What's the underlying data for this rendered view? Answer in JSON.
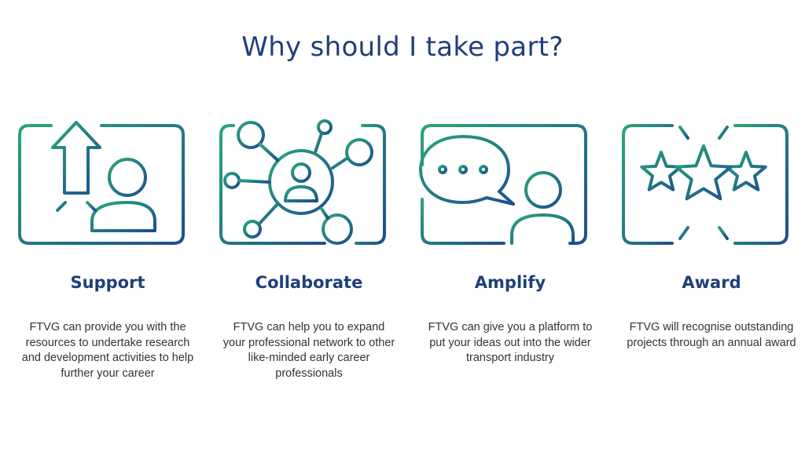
{
  "page": {
    "title": "Why should I take part?"
  },
  "colors": {
    "title": "#1f3f7a",
    "gradient_start": "#2aa57a",
    "gradient_end": "#1d4f8f",
    "body_text": "#333333"
  },
  "cards": [
    {
      "icon": "arrow-up-person-icon",
      "title": "Support",
      "description": "FTVG can provide you with the resources to undertake research and development activities to help further your career"
    },
    {
      "icon": "network-person-icon",
      "title": "Collaborate",
      "description": "FTVG can help you to expand your professional network to other like-minded early career professionals"
    },
    {
      "icon": "speech-bubble-person-icon",
      "title": "Amplify",
      "description": "FTVG can give you a platform to put your ideas out into the wider transport industry"
    },
    {
      "icon": "three-stars-icon",
      "title": "Award",
      "description": "FTVG will recognise outstanding projects through an annual award"
    }
  ]
}
